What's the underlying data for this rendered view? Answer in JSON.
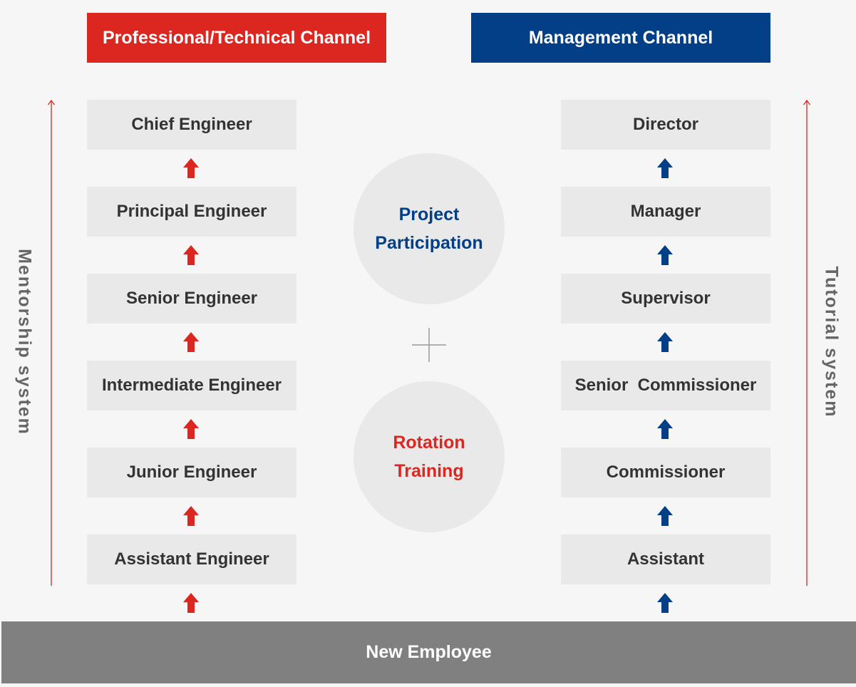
{
  "headers": {
    "professional": "Professional/Technical Channel",
    "management": "Management Channel"
  },
  "left_column": [
    "Chief Engineer",
    "Principal Engineer",
    "Senior Engineer",
    "Intermediate Engineer",
    "Junior Engineer",
    "Assistant Engineer"
  ],
  "right_column": [
    "Director",
    "Manager",
    "Supervisor",
    "Senior  Commissioner",
    "Commissioner",
    "Assistant"
  ],
  "center": {
    "project": [
      "Project",
      "Participation"
    ],
    "rotation": [
      "Rotation",
      "Training"
    ]
  },
  "side_labels": {
    "left": "Mentorship system",
    "right": "Tutorial system"
  },
  "footer": "New Employee",
  "colors": {
    "red": "#dc2620",
    "blue": "#033f86",
    "box_bg": "#e9e9e9",
    "footer_bg": "#808080"
  },
  "icons": {
    "arrow": "arrow-up-icon",
    "plus": "plus-icon"
  }
}
